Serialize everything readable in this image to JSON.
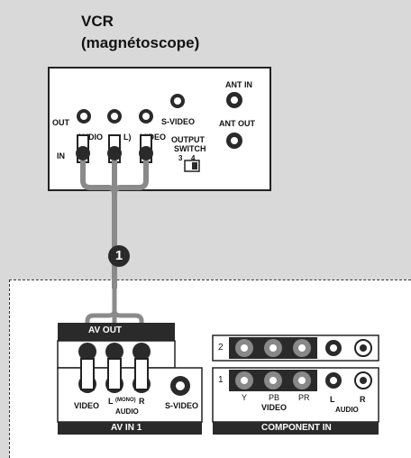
{
  "vcr": {
    "title_line1": "VCR",
    "title_line2": "(magnétoscope)",
    "out": "OUT",
    "in": "IN",
    "audio": "AUDIO",
    "audio_suffix": "L)",
    "video": "VIDEO",
    "svideo": "S-VIDEO",
    "ant_in": "ANT IN",
    "ant_out": "ANT OUT",
    "output_switch_1": "OUTPUT",
    "output_switch_2": "SWITCH",
    "switch_3": "3",
    "switch_4": "4"
  },
  "callout": "1",
  "tv": {
    "av_out": "AV OUT",
    "video": "VIDEO",
    "l_mono": "L",
    "mono": "(MONO)",
    "r": "R",
    "audio": "AUDIO",
    "svideo": "S-VIDEO",
    "av_in_1": "AV IN 1",
    "row2": "2",
    "row1": "1",
    "y": "Y",
    "pb": "PB",
    "pr": "PR",
    "comp_video": "VIDEO",
    "comp_l": "L",
    "comp_r": "R",
    "comp_audio": "AUDIO",
    "component_in": "COMPONENT IN"
  },
  "colors": {
    "background": "#d9d9d9",
    "dark": "#2a2a2a",
    "cable": "#8a8a8a",
    "panel": "#ffffff"
  }
}
